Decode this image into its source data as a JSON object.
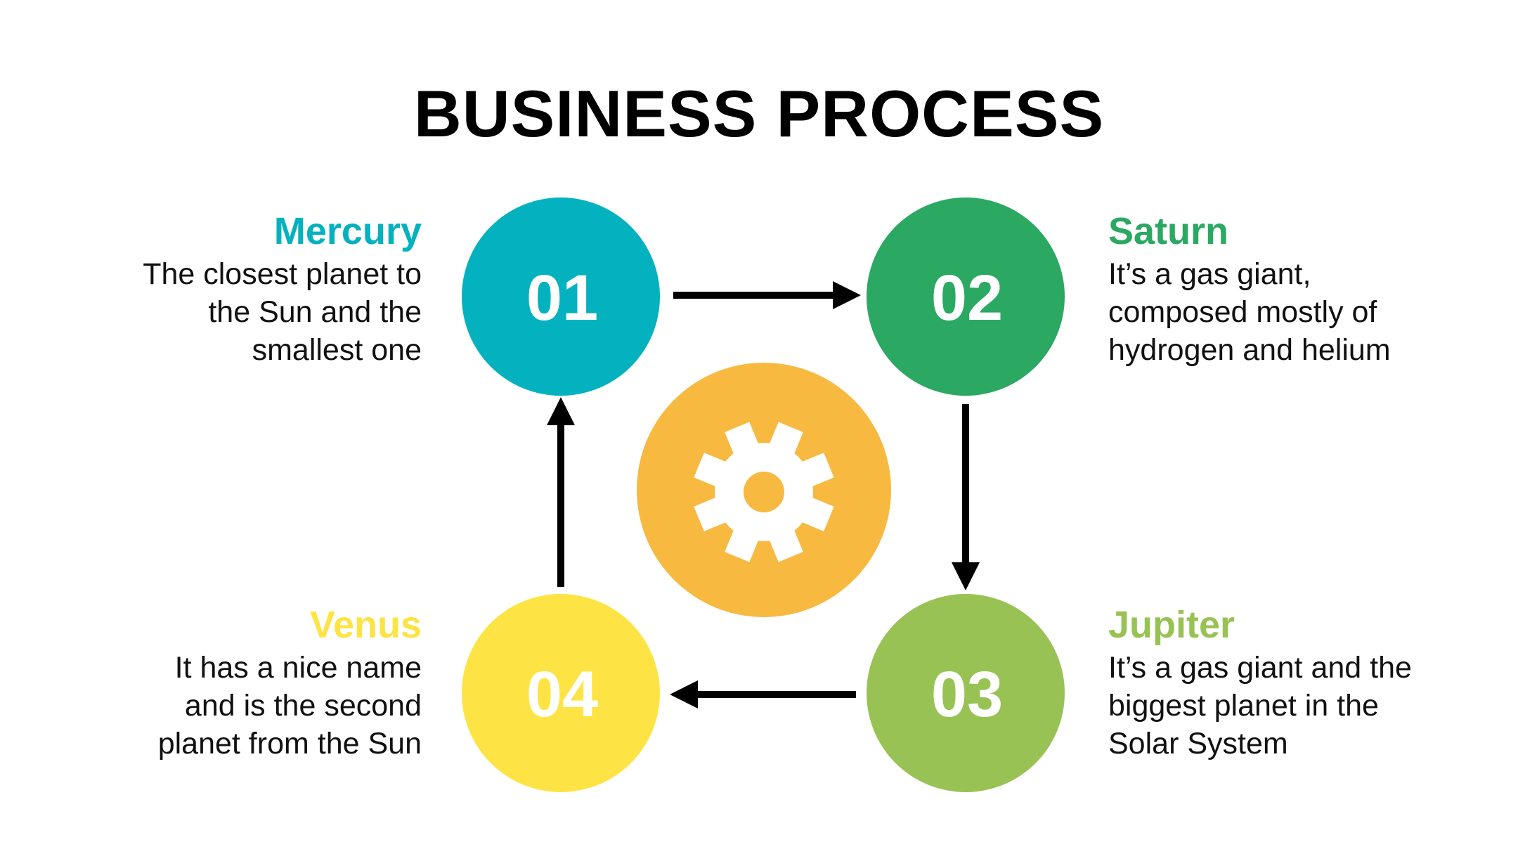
{
  "title": "BUSINESS PROCESS",
  "colors": {
    "mercury": "#03B2BE",
    "saturn": "#2BA862",
    "jupiter": "#98C354",
    "venus": "#FDE444",
    "gear_circle": "#F7B940",
    "arrow": "#000000"
  },
  "center_icon": "gear-icon",
  "steps": [
    {
      "number": "01",
      "heading": "Mercury",
      "text": "The closest planet to the Sun and the smallest one"
    },
    {
      "number": "02",
      "heading": "Saturn",
      "text": "It’s a gas giant, composed mostly of hydrogen and helium"
    },
    {
      "number": "03",
      "heading": "Jupiter",
      "text": "It’s a gas giant and the biggest planet in the Solar System"
    },
    {
      "number": "04",
      "heading": "Venus",
      "text": "It has a nice name and is the second planet from the Sun"
    }
  ]
}
